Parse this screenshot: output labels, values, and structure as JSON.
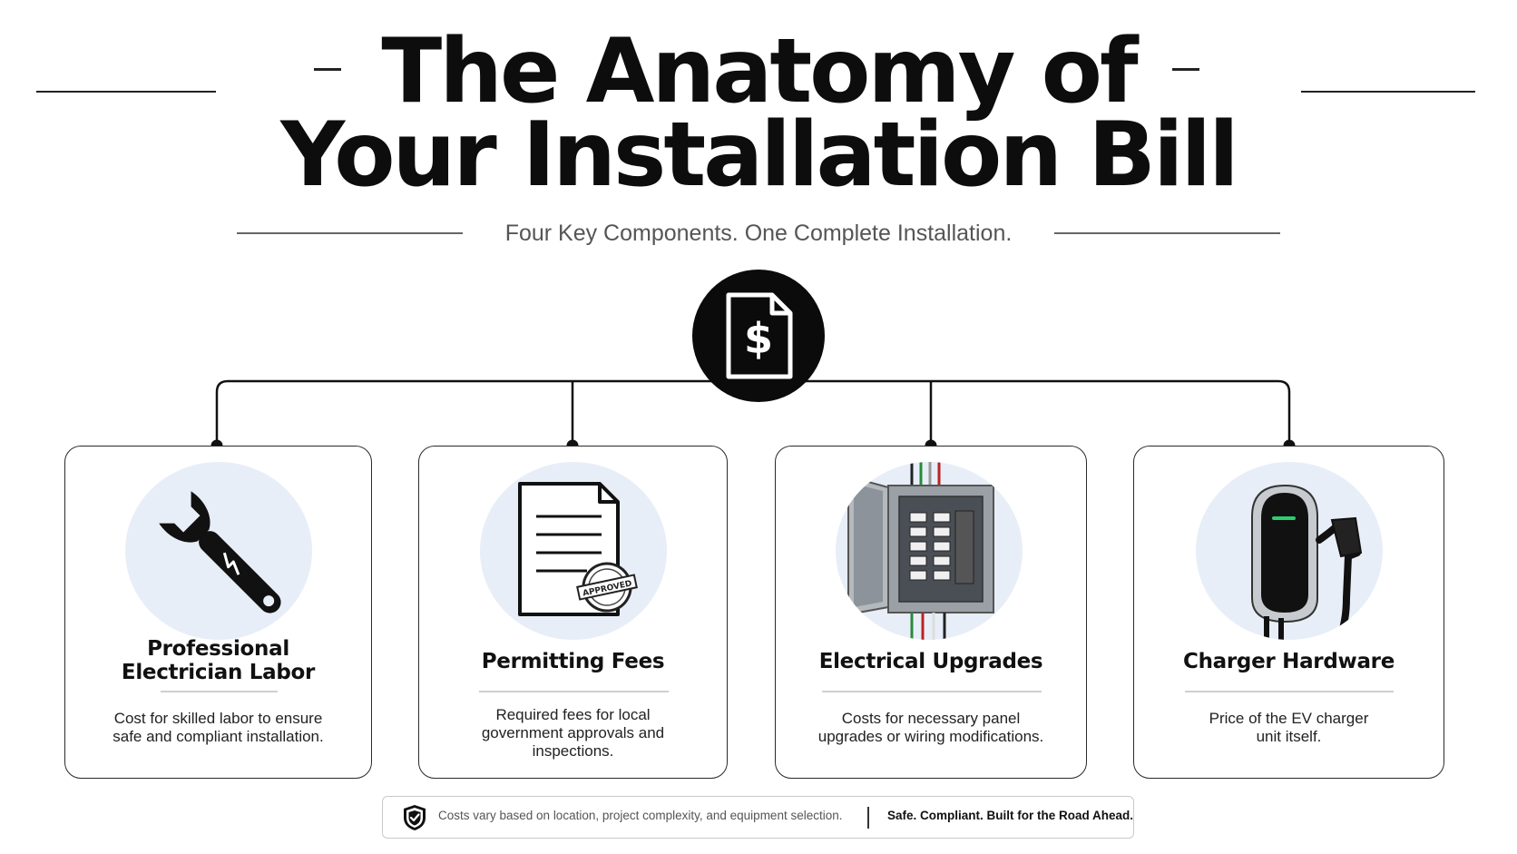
{
  "header": {
    "title_line1": "The Anatomy of",
    "title_line2": "Your Installation Bill",
    "subtitle": "Four Key Components. One Complete Installation."
  },
  "center_icon": "invoice-dollar-icon",
  "cards": [
    {
      "title_line1": "Professional",
      "title_line2": "Electrician Labor",
      "desc_line1": "Cost for skilled labor to ensure",
      "desc_line2": "safe and compliant installation.",
      "icon": "wrench-icon"
    },
    {
      "title": "Permitting Fees",
      "desc_line1": "Required fees for local",
      "desc_line2": "government approvals and",
      "desc_line3": "inspections.",
      "icon": "permit-document-icon",
      "stamp_text": "APPROVED"
    },
    {
      "title": "Electrical Upgrades",
      "desc_line1": "Costs for necessary panel",
      "desc_line2": "upgrades or wiring modifications.",
      "icon": "electrical-panel-icon"
    },
    {
      "title": "Charger Hardware",
      "desc_line1": "Price of the EV charger",
      "desc_line2": "unit itself.",
      "icon": "ev-charger-icon"
    }
  ],
  "footer": {
    "note": "Costs vary based on location, project complexity, and equipment selection.",
    "tagline": "Safe. Compliant. Built for the Road Ahead.",
    "icon": "shield-check-icon"
  },
  "colors": {
    "primary": "#0b0b0b",
    "bubble": "#e8eef8",
    "charger_light": "#2ecc71",
    "subtitle": "#555555"
  }
}
